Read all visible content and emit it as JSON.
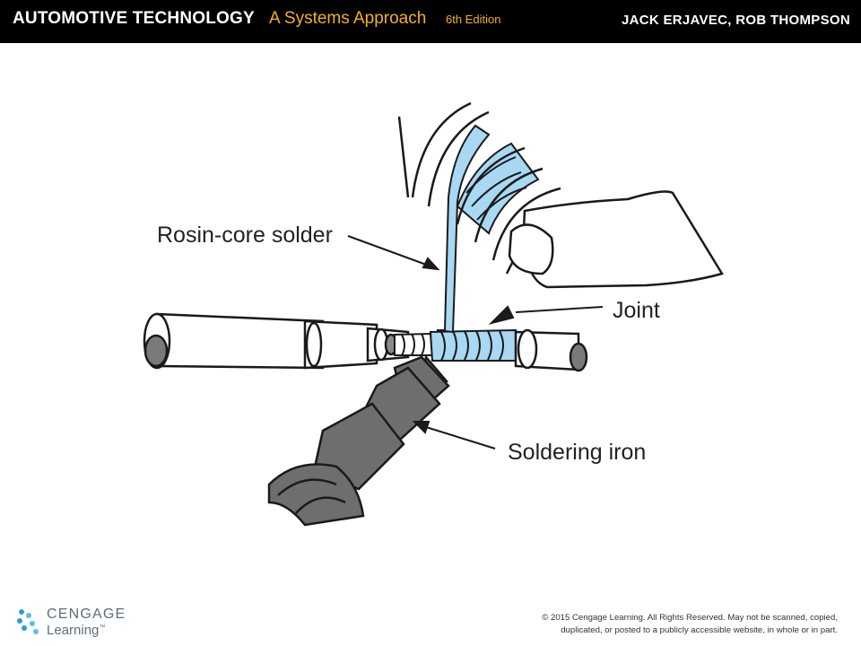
{
  "header": {
    "title": "AUTOMOTIVE TECHNOLOGY",
    "subtitle": "A Systems Approach",
    "edition": "6th Edition",
    "authors": "JACK ERJAVEC, ROB THOMPSON"
  },
  "figure": {
    "labels": {
      "solder": "Rosin-core solder",
      "joint": "Joint",
      "iron": "Soldering iron"
    },
    "colors": {
      "solder": "#a9d8f2",
      "iron": "#6e6e6e",
      "wire": "#8a8a8a"
    }
  },
  "footer": {
    "logo_top": "CENGAGE",
    "logo_bottom": "Learning",
    "logo_mark": "™",
    "copyright_line1": "© 2015 Cengage Learning. All Rights Reserved. May not be scanned, copied,",
    "copyright_line2": "duplicated, or posted to a publicly accessible website, in whole or in part."
  }
}
